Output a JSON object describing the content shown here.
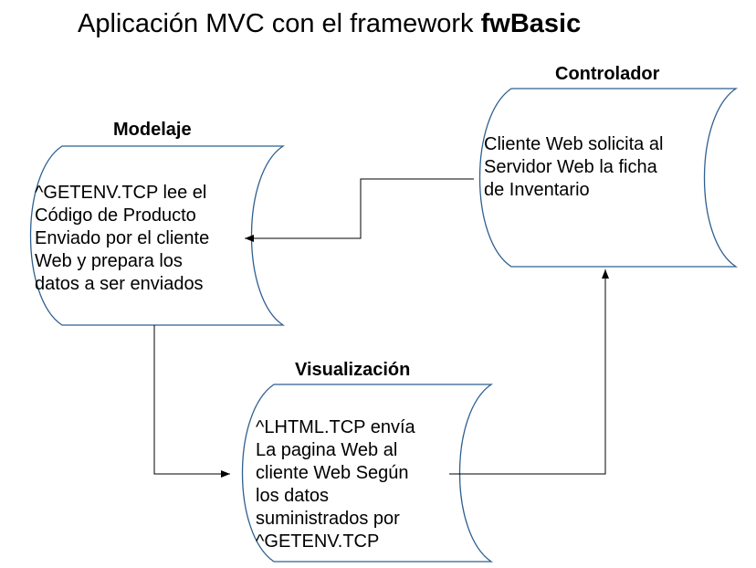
{
  "title": {
    "text": "Aplicación MVC con el framework ",
    "emphasis": "fwBasic"
  },
  "nodes": {
    "modelo": {
      "label": "Modelaje",
      "text": "^GETENV.TCP lee el\nCódigo de Producto\nEnviado por el cliente\nWeb y prepara los\ndatos a ser enviados"
    },
    "controlador": {
      "label": "Controlador",
      "text": "Cliente Web solicita al\nServidor Web la ficha\nde Inventario"
    },
    "visualizacion": {
      "label": "Visualización",
      "text": "^LHTML.TCP envía\nLa pagina Web al\ncliente Web Según\nlos datos\nsuministrados por\n^GETENV.TCP"
    }
  },
  "colors": {
    "shape_stroke": "#2e5f8f",
    "connector": "#000000"
  }
}
